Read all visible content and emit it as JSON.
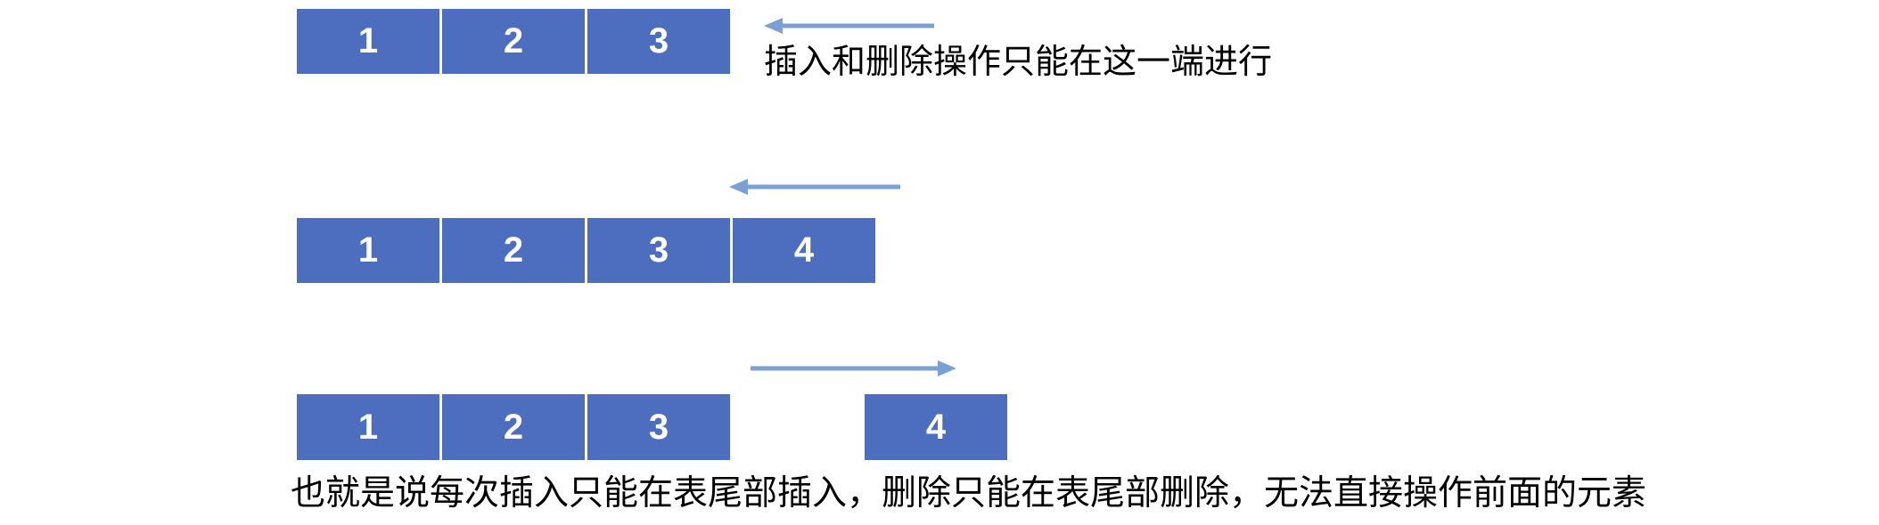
{
  "diagram": {
    "title_hidden": "",
    "captions": {
      "top": "插入和删除操作只能在这一端进行",
      "bottom": "也就是说每次插入只能在表尾部插入，删除只能在表尾部删除，无法直接操作前面的元素"
    },
    "rows": [
      {
        "cells": [
          "1",
          "2",
          "3"
        ]
      },
      {
        "cells": [
          "1",
          "2",
          "3",
          "4"
        ]
      },
      {
        "cells": [
          "1",
          "2",
          "3"
        ],
        "detached_cell": "4"
      }
    ],
    "arrows": [
      {
        "direction": "left"
      },
      {
        "direction": "left"
      },
      {
        "direction": "right"
      }
    ],
    "colors": {
      "cell_fill": "#4D6EBF",
      "arrow": "#7AA0D6",
      "caption_text": "#000000",
      "digit_text": "#FFFFFF",
      "background": "#FFFFFF"
    }
  }
}
